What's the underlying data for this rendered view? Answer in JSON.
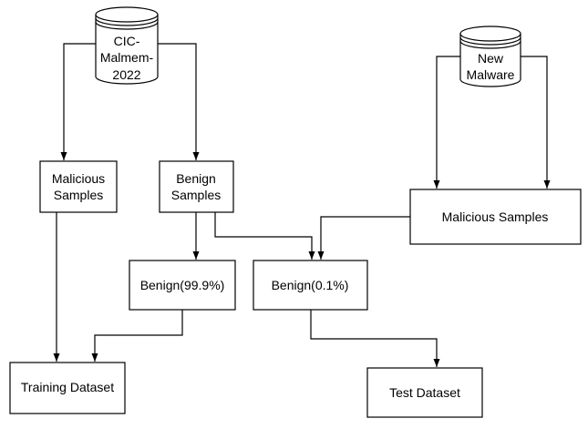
{
  "nodes": {
    "cic_malmem": {
      "lines": [
        "CIC-",
        "Malmem-",
        "2022"
      ]
    },
    "new_malware": {
      "lines": [
        "New",
        "Malware"
      ]
    },
    "malicious_samples_left": {
      "lines": [
        "Malicious",
        "Samples"
      ]
    },
    "benign_samples": {
      "lines": [
        "Benign",
        "Samples"
      ]
    },
    "malicious_samples_right": {
      "lines": [
        "Malicious Samples"
      ]
    },
    "benign_99": {
      "lines": [
        "Benign(99.9%)"
      ]
    },
    "benign_01": {
      "lines": [
        "Benign(0.1%)"
      ]
    },
    "training_dataset": {
      "lines": [
        "Training Dataset"
      ]
    },
    "test_dataset": {
      "lines": [
        "Test Dataset"
      ]
    }
  }
}
